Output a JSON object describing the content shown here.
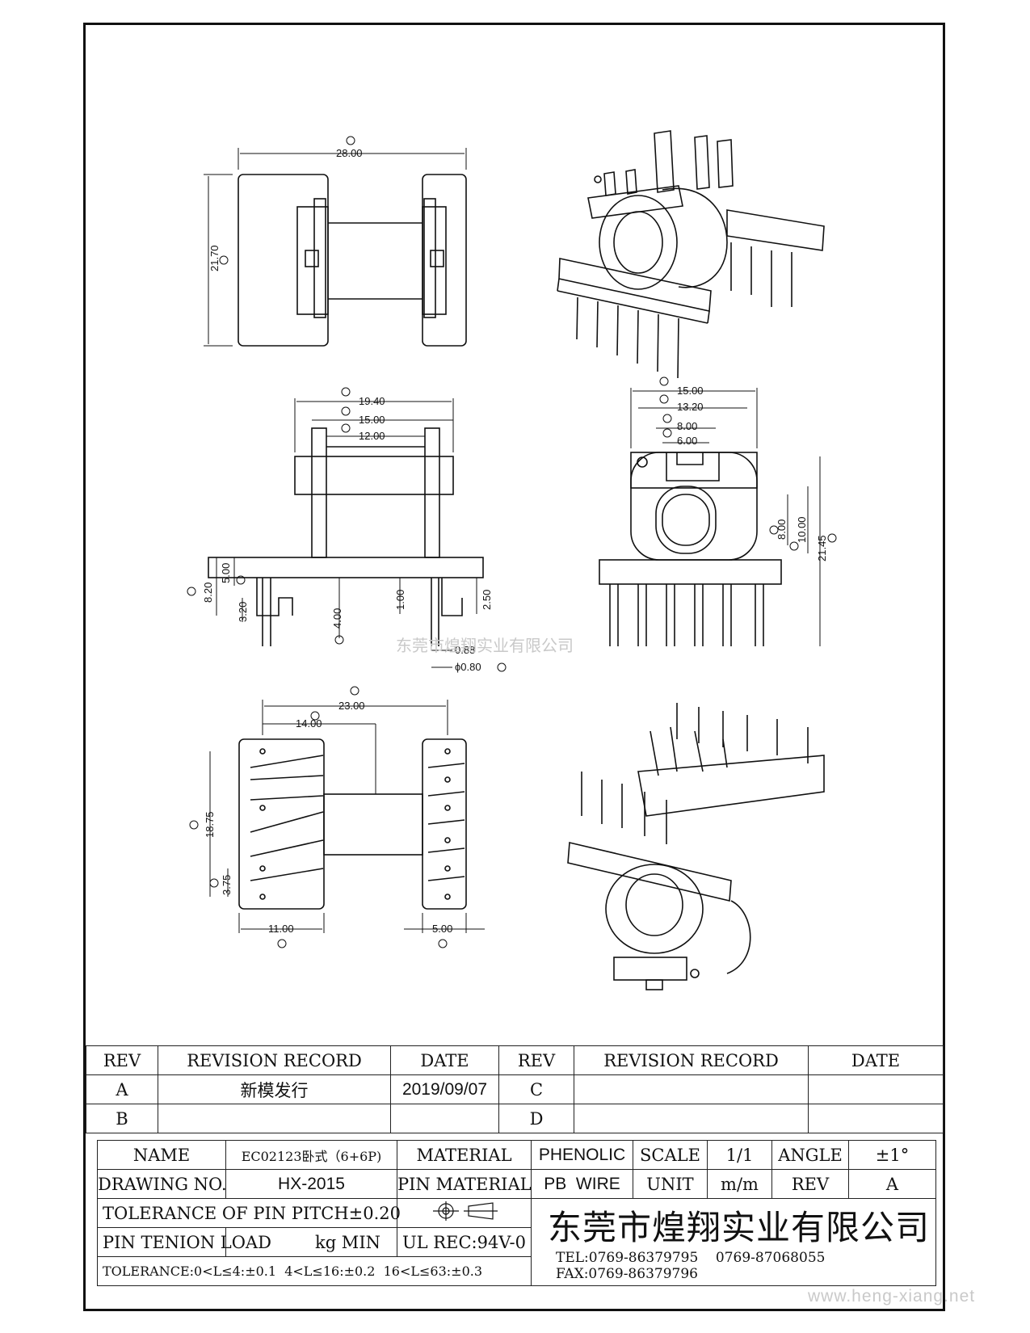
{
  "dimensions": {
    "A": "28.00",
    "B": "21.70",
    "C": "19.40",
    "D": "15.00",
    "E": "12.00",
    "F": "8.20",
    "G": "5.00",
    "H": "4.00",
    "I": "3.20",
    "J": "1.00",
    "K": "2.50",
    "L": "0.88",
    "M": "ϕ0.80",
    "N": "15.00",
    "O": "13.20",
    "P": "8.00",
    "Q": "6.00",
    "R": "8.00",
    "S": "10.00",
    "T": "21.45",
    "U": "23.00",
    "V": "14.00",
    "W": "18.75",
    "X": "3.75",
    "Y": "11.00",
    "Z": "5.00"
  },
  "watermark": {
    "center": "东莞市煌翔实业有限公司",
    "url": "www.heng-xiang.net"
  },
  "revision_table": {
    "headers": [
      "REV",
      "REVISION RECORD",
      "DATE",
      "REV",
      "REVISION RECORD",
      "DATE"
    ],
    "rows": [
      [
        "A",
        "新模发行",
        "2019/09/07",
        "C",
        "",
        ""
      ],
      [
        "B",
        "",
        "",
        "D",
        "",
        ""
      ]
    ]
  },
  "title_block": {
    "name_label": "NAME",
    "name_value": "EC02123卧式（6+6P)",
    "material_label": "MATERIAL",
    "material_value": "PHENOLIC",
    "scale_label": "SCALE",
    "scale_value": "1/1",
    "angle_label": "ANGLE",
    "angle_value": "±1°",
    "drawing_no_label": "DRAWING NO.",
    "drawing_no_value": "HX-2015",
    "pin_material_label": "PIN MATERIAL",
    "pin_material_value": "PB  WIRE",
    "unit_label": "UNIT",
    "unit_value": "m/m",
    "rev_label": "REV",
    "rev_value": "A",
    "tolerance_pitch": "TOLERANCE OF PIN PITCH±0.20",
    "pin_load_label": "PIN TENION LOAD",
    "pin_load_unit": "kg MIN",
    "ul_rec": "UL REC:94V-0",
    "tolerance_general": "TOLERANCE:0<L≤4:±0.1  4<L≤16:±0.2  16<L≤63:±0.3",
    "company": "东莞市煌翔实业有限公司",
    "tel": "TEL:0769-86379795    0769-87068055",
    "fax": "FAX:0769-86379796"
  }
}
